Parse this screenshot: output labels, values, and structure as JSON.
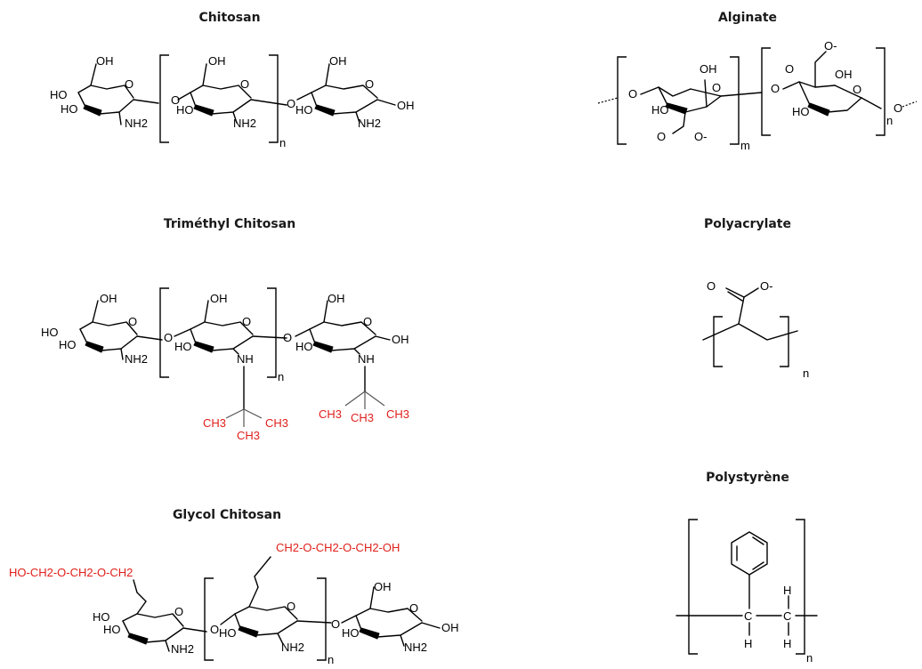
{
  "panels": {
    "chitosan": {
      "title": "Chitosan",
      "labels": [
        "OH",
        "HO",
        "HO",
        "O",
        "O",
        "NH2",
        "OH",
        "O",
        "HO",
        "O",
        "NH2",
        "n",
        "OH",
        "O",
        "HO",
        "O",
        "OH",
        "NH2"
      ]
    },
    "alginate": {
      "title": "Alginate",
      "labels": [
        "O",
        "OH",
        "HO",
        "O",
        "O",
        "O-",
        "m",
        "O",
        "O-",
        "OH",
        "O",
        "HO",
        "O",
        "n",
        "O"
      ]
    },
    "trimethyl_chitosan": {
      "title": "Triméthyl Chitosan",
      "labels": [
        "OH",
        "HO",
        "HO",
        "O",
        "O",
        "NH2",
        "OH",
        "O",
        "HO",
        "O",
        "NH",
        "n",
        "OH",
        "O",
        "HO",
        "O",
        "OH",
        "NH"
      ],
      "red_labels": [
        "CH3",
        "CH3",
        "CH3",
        "CH3",
        "CH3",
        "CH3"
      ]
    },
    "polyacrylate": {
      "title": "Polyacrylate",
      "labels": [
        "O",
        "O-",
        "n"
      ]
    },
    "polystyrene": {
      "title": "Polystyrène",
      "labels": [
        "C",
        "C",
        "H",
        "H",
        "H",
        "H",
        "n"
      ]
    },
    "glycol_chitosan": {
      "title": "Glycol Chitosan",
      "red_labels": [
        "HO-CH2-O-CH2-O-CH2",
        "CH2-O-CH2-O-CH2-OH"
      ],
      "labels": [
        "HO",
        "HO",
        "O",
        "O",
        "NH2",
        "O",
        "HO",
        "O",
        "NH2",
        "n",
        "OH",
        "O",
        "HO",
        "O",
        "OH",
        "NH2"
      ]
    }
  }
}
